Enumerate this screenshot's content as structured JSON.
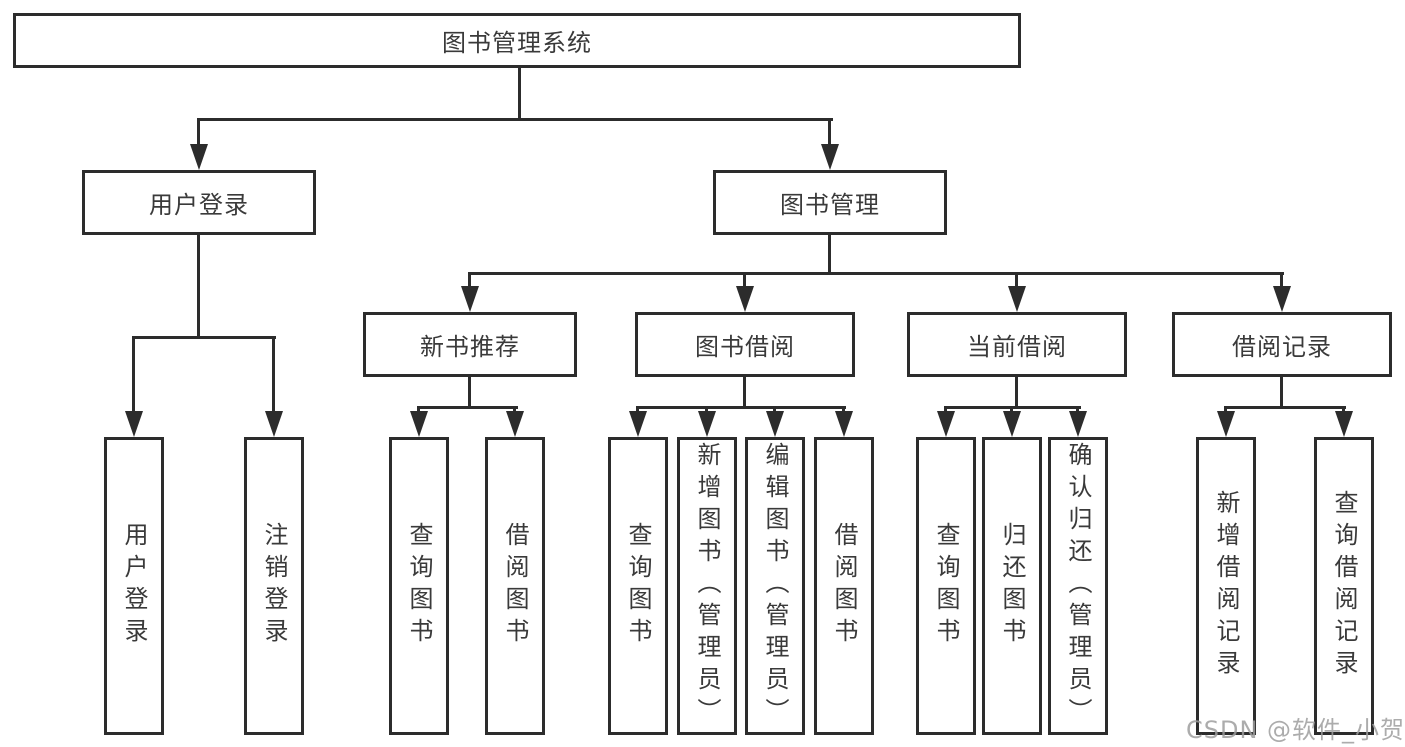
{
  "diagram": {
    "type": "hierarchy-tree",
    "orientation": "top-down",
    "colors": {
      "background": "#ffffff",
      "line": "#2c2c2c",
      "box_border": "#2c2c2c",
      "box_fill": "#ffffff",
      "text": "#3a3a3a",
      "watermark": "#9e9e9e"
    }
  },
  "tree": {
    "root": {
      "label": "图书管理系统",
      "children": [
        {
          "label": "用户登录",
          "children": [
            {
              "label": "用户登录"
            },
            {
              "label": "注销登录"
            }
          ]
        },
        {
          "label": "图书管理",
          "children": [
            {
              "label": "新书推荐",
              "children": [
                {
                  "label": "查询图书"
                },
                {
                  "label": "借阅图书"
                }
              ]
            },
            {
              "label": "图书借阅",
              "children": [
                {
                  "label": "查询图书"
                },
                {
                  "label": "新增图书（管理员）"
                },
                {
                  "label": "编辑图书（管理员）"
                },
                {
                  "label": "借阅图书"
                }
              ]
            },
            {
              "label": "当前借阅",
              "children": [
                {
                  "label": "查询图书"
                },
                {
                  "label": "归还图书"
                },
                {
                  "label": "确认归还（管理员）"
                }
              ]
            },
            {
              "label": "借阅记录",
              "children": [
                {
                  "label": "新增借阅记录"
                },
                {
                  "label": "查询借阅记录"
                }
              ]
            }
          ]
        }
      ]
    }
  },
  "watermark": {
    "text": "CSDN @软件_小贺同学"
  }
}
